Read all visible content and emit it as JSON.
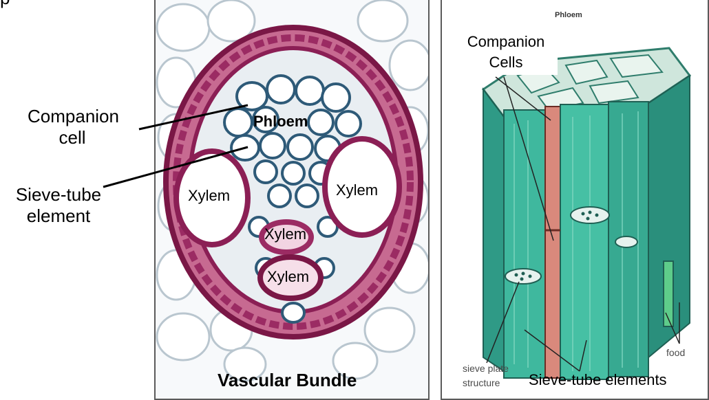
{
  "left": {
    "companion_line1": "Companion",
    "companion_line2": "cell",
    "sieve_line1": "Sieve-tube",
    "sieve_line2": "element",
    "phloem": "Phloem",
    "xylem_labels": [
      "Xylem",
      "Xylem",
      "Xylem",
      "Xylem"
    ],
    "bundle_title": "Vascular Bundle"
  },
  "right": {
    "title": "Phloem",
    "companion_line1": "Companion",
    "companion_line2": "Cells",
    "sieve_plate_line1": "sieve plate",
    "sieve_plate_line2": "structure",
    "sieve_tube_elements": "Sieve-tube elements",
    "food": "food"
  },
  "colors": {
    "stain_magenta": "#8b1f55",
    "stain_blue": "#2e5a78",
    "cell_green": "#3aa38e",
    "cell_wall": "#d6ece0",
    "companion_cell": "#c9786b"
  }
}
